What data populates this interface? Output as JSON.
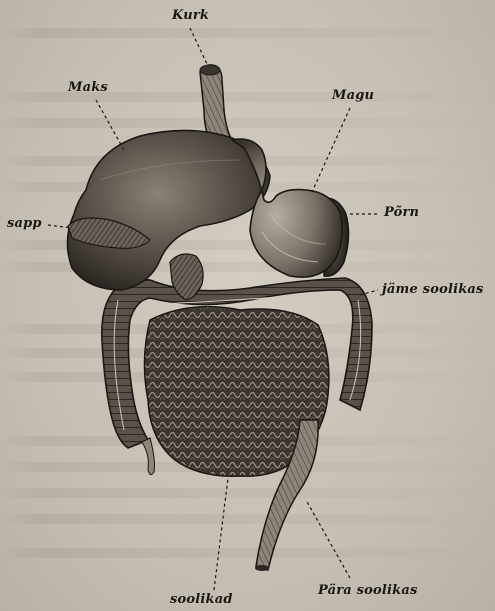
{
  "figure": {
    "labels": {
      "kurk": "Kurk",
      "maks": "Maks",
      "magu": "Magu",
      "sapp": "sapp",
      "porn": "Põrn",
      "jame_soolikas": "jäme soolikas",
      "soolikad": "soolikad",
      "para_soolikas": "Pära soolikas"
    },
    "colors": {
      "background": "#c9c2b7",
      "ink": "#1a1714",
      "organ_mid": "#5a524a",
      "organ_dark": "#2b2621",
      "organ_light": "#8d857a"
    }
  }
}
